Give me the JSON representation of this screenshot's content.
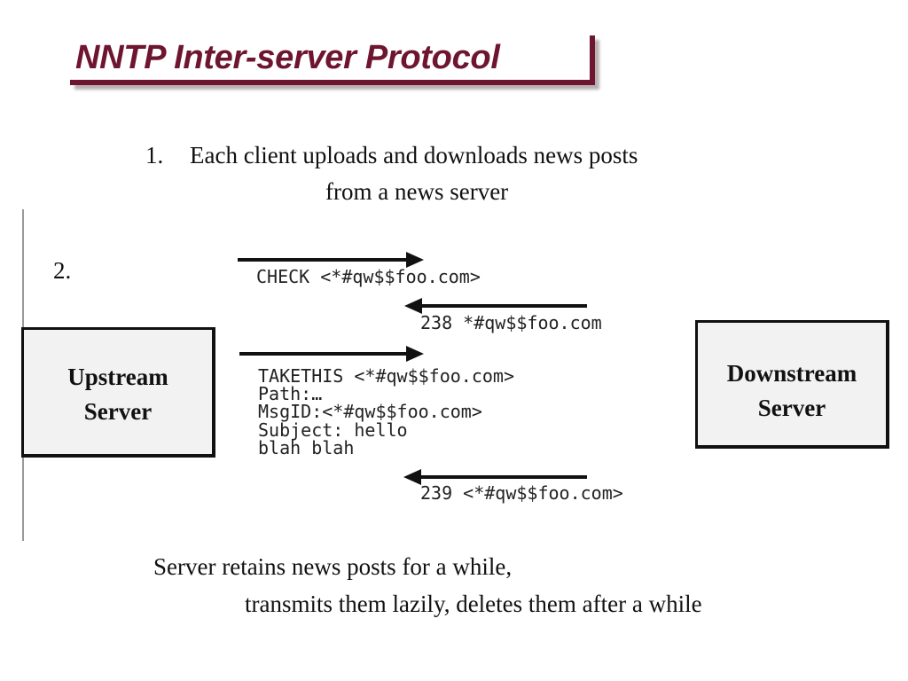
{
  "title": "NNTP Inter-server Protocol",
  "item1": {
    "number": "1.",
    "line1": "Each client uploads and downloads news posts",
    "line2": "from a news server"
  },
  "item2": {
    "number": "2."
  },
  "diagram": {
    "upstream": {
      "line1": "Upstream",
      "line2": "Server"
    },
    "downstream": {
      "line1": "Downstream",
      "line2": "Server"
    },
    "messages": {
      "check": "CHECK <*#qw$$foo.com>",
      "resp238": "238 *#qw$$foo.com",
      "takethis": "TAKETHIS <*#qw$$foo.com>",
      "path": "Path:…",
      "msgid": "MsgID:<*#qw$$foo.com>",
      "subject": "Subject: hello",
      "body": "blah blah",
      "resp239": "239 <*#qw$$foo.com>"
    }
  },
  "note": {
    "line1": "Server retains news posts for a while,",
    "line2": "transmits them lazily, deletes them after a while"
  }
}
